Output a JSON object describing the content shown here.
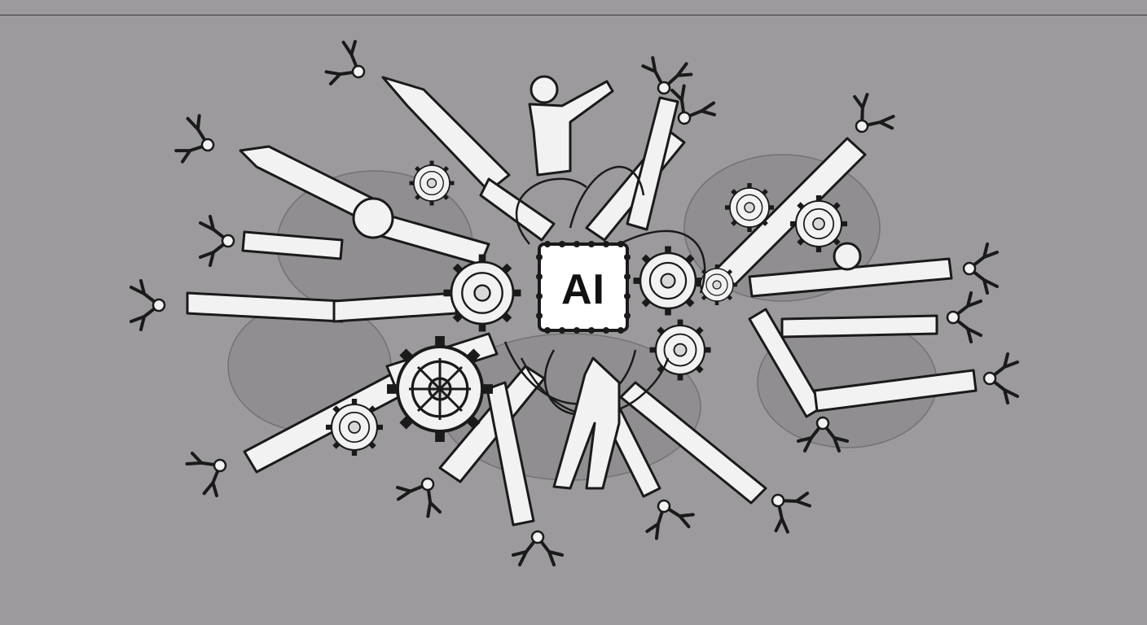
{
  "illustration": {
    "chip_text": "AI",
    "palette": {
      "background": "#9c9a9d",
      "line": "#1a1a1a",
      "fill": "#f2f2f2",
      "shadow_shapes": "#8a888b"
    },
    "depicted_elements": [
      "robotic-arm",
      "gear",
      "cable",
      "human-figure",
      "ai-chip"
    ]
  }
}
